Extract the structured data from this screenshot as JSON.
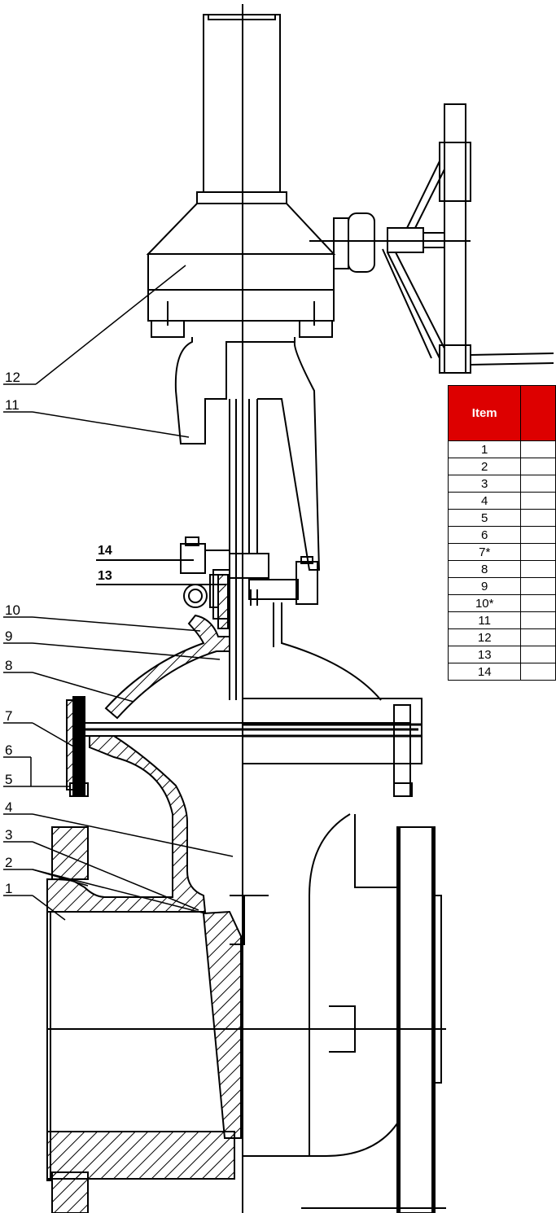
{
  "callouts": [
    {
      "id": "12",
      "text": "12"
    },
    {
      "id": "11",
      "text": "11"
    },
    {
      "id": "14",
      "text": "14"
    },
    {
      "id": "13",
      "text": "13"
    },
    {
      "id": "10",
      "text": "10"
    },
    {
      "id": "9",
      "text": "9"
    },
    {
      "id": "8",
      "text": "8"
    },
    {
      "id": "7",
      "text": "7"
    },
    {
      "id": "6",
      "text": "6"
    },
    {
      "id": "5",
      "text": "5"
    },
    {
      "id": "4",
      "text": "4"
    },
    {
      "id": "3",
      "text": "3"
    },
    {
      "id": "2",
      "text": "2"
    },
    {
      "id": "1",
      "text": "1"
    }
  ],
  "table": {
    "header": "Item",
    "header_color": "#dd0000",
    "rows": [
      "1",
      "2",
      "3",
      "4",
      "5",
      "6",
      "7*",
      "8",
      "9",
      "10*",
      "11",
      "12",
      "13",
      "14"
    ]
  }
}
